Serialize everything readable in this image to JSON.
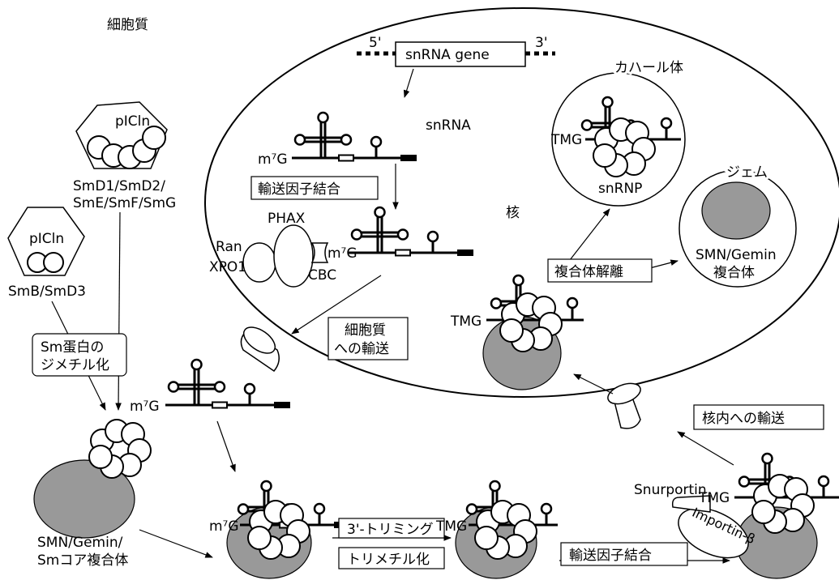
{
  "compartments": {
    "cytoplasm": "細胞質",
    "nucleus": "核",
    "cajal_body": "カハール体",
    "gem": "ジェム"
  },
  "gene": {
    "label": "snRNA  gene",
    "five_prime": "5'",
    "three_prime": "3'"
  },
  "molecules": {
    "snrna": "snRNA",
    "m7g": "m⁷G",
    "tmg": "TMG",
    "snrnp": "snRNP",
    "picln": "pICln",
    "phax": "PHAX",
    "ran": "Ran",
    "xpo1": "XPO1",
    "cbc": "CBC",
    "snurportin": "Snurportin",
    "importin_beta": "Importin-β"
  },
  "complexes": {
    "sm_large_1": "SmD1/SmD2/",
    "sm_large_2": "SmE/SmF/SmG",
    "sm_small": "SmB/SmD3",
    "smn_gemin_1": "SMN/Gemin",
    "smn_gemin_2": "複合体",
    "smn_core_1": "SMN/Gemin/",
    "smn_core_2": "Smコア複合体"
  },
  "steps": {
    "export_factor_binding_nuc": "輸送因子結合",
    "cytoplasm_export_1": "細胞質",
    "cytoplasm_export_2": "への輸送",
    "sm_dimethylation_1": "Sm蛋白の",
    "sm_dimethylation_2": "ジメチル化",
    "trimming": "3'-トリミング",
    "trimethylation": "トリメチル化",
    "import_factor_binding": "輸送因子結合",
    "nuclear_import": "核内への輸送",
    "complex_dissociation": "複合体解離"
  }
}
